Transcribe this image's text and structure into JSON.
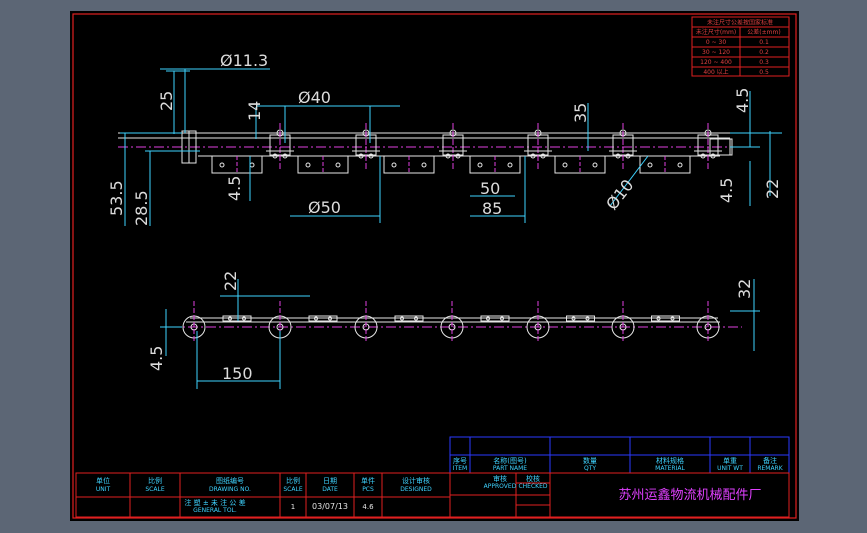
{
  "dimensions": {
    "d_11_3": "Ø11.3",
    "d_25": "25",
    "d_14": "14",
    "d_40": "Ø40",
    "d_35": "35",
    "d_4_5_right": "4.5",
    "d_53_5": "53.5",
    "d_28_5": "28.5",
    "d_4_5_left": "4.5",
    "d_50_dia": "Ø50",
    "d_50": "50",
    "d_85": "85",
    "d_10": "Ø10",
    "d_4_5_mid": "4.5",
    "d_22_right": "22",
    "d_22_bottom": "22",
    "d_32": "32",
    "d_4_5_bottom": "4.5",
    "d_150": "150"
  },
  "tech_table": {
    "title": "未注尺寸公差按国家标准",
    "rows": [
      [
        "未注尺寸(mm)",
        "公差(±mm)"
      ],
      [
        "0 ~ 30",
        "0.1"
      ],
      [
        "30 ~ 120",
        "0.2"
      ],
      [
        "120 ~ 400",
        "0.3"
      ],
      [
        "400 以上",
        "0.5"
      ]
    ]
  },
  "title_block": {
    "row_headers": [
      {
        "cn": "序号",
        "en": "ITEM"
      },
      {
        "cn": "名称(图号)",
        "en": "PART NAME"
      },
      {
        "cn": "数量",
        "en": "QTY"
      },
      {
        "cn": "材料规格",
        "en": "MATERIAL"
      },
      {
        "cn": "单重",
        "en": "UNIT WT"
      },
      {
        "cn": "备注",
        "en": "REMARK"
      }
    ],
    "bottom_headers": [
      {
        "cn": "单位",
        "en": "UNIT"
      },
      {
        "cn": "比例",
        "en": "SCALE"
      },
      {
        "cn": "图纸编号",
        "en": "DRAWING NO."
      },
      {
        "cn": "比例",
        "en": "SCALE"
      },
      {
        "cn": "日期",
        "en": "DATE"
      },
      {
        "cn": "单件",
        "en": "PCS"
      },
      {
        "cn": "设计审核",
        "en": "DESIGNED"
      }
    ],
    "values": {
      "tolerance_line1": "注 塑 ± 未 注 公 差",
      "tolerance_line2": "GENERAL TOL.",
      "scale": "1",
      "date": "03/07/13",
      "pcs": "4.6"
    },
    "review": {
      "cn": "审核",
      "en": "APPROVED"
    },
    "check": {
      "cn": "校核",
      "en": "CHECKED"
    },
    "company": "苏州运鑫物流机械配件厂"
  }
}
